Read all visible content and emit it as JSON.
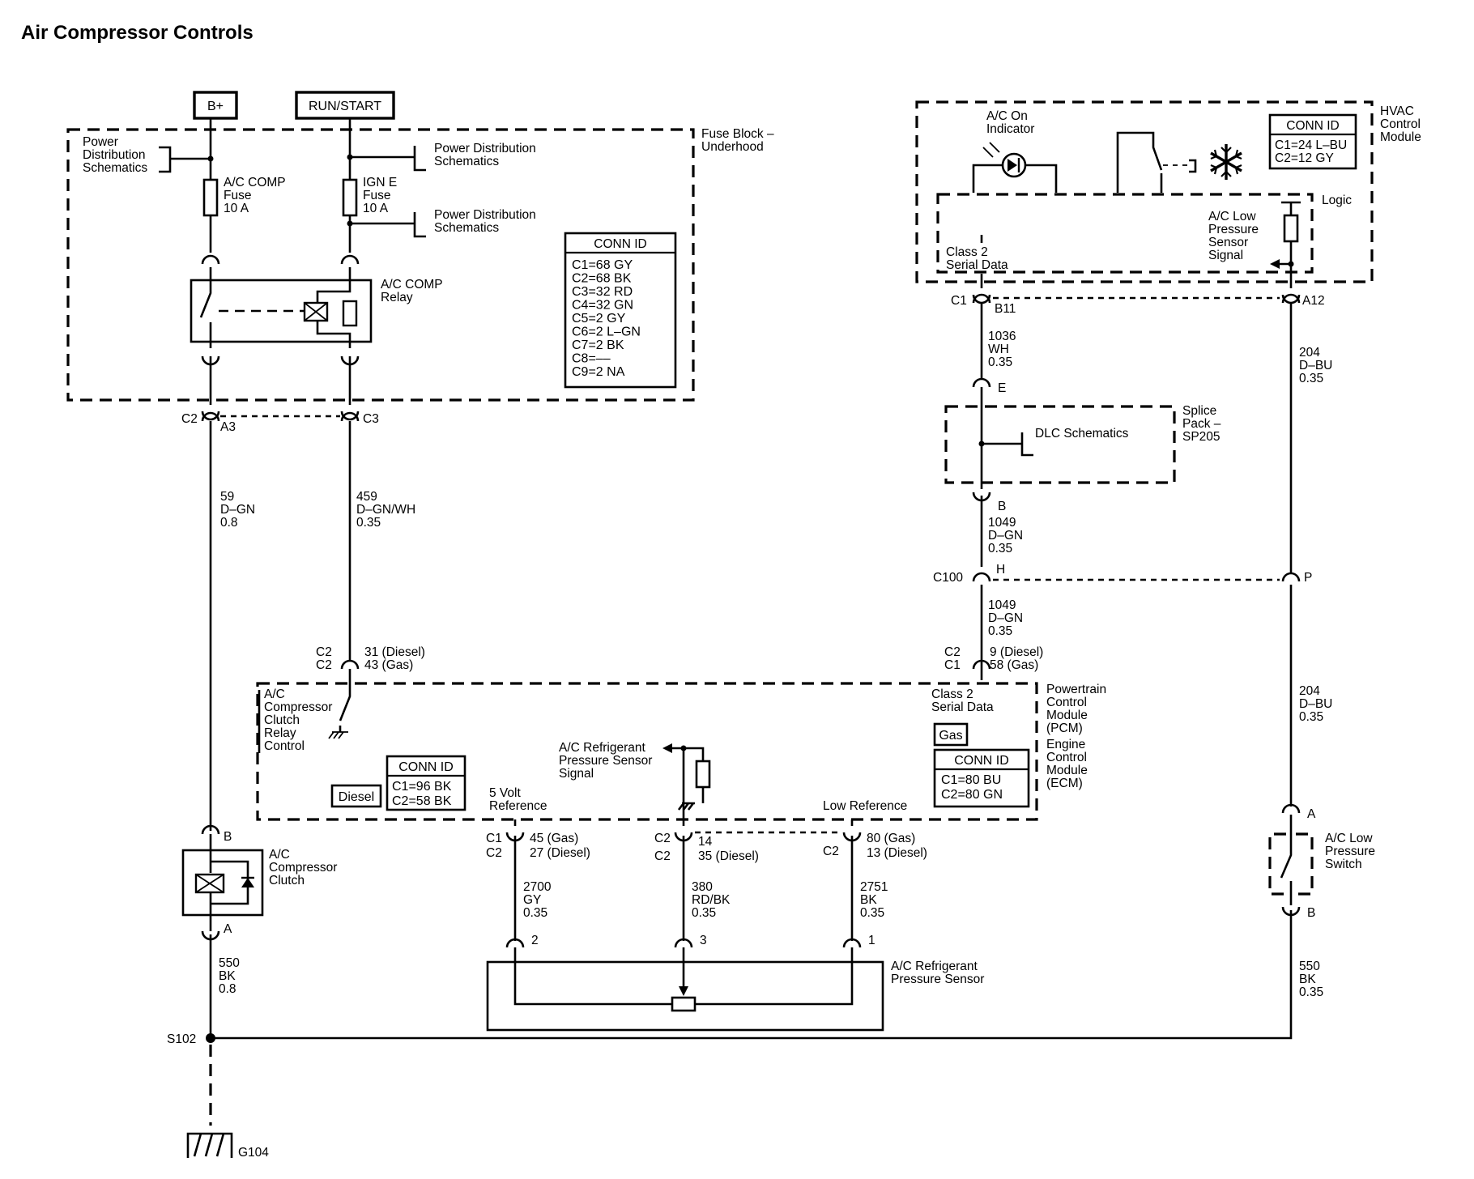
{
  "title": "Air Compressor Controls",
  "sources": {
    "bplus": "B+",
    "run_start": "RUN/START"
  },
  "fuse_block": {
    "label": [
      "Fuse Block –",
      "Underhood"
    ],
    "pds": [
      "Power",
      "Distribution",
      "Schematics"
    ],
    "pds_right_1": [
      "Power Distribution",
      "Schematics"
    ],
    "pds_right_2": [
      "Power Distribution",
      "Schematics"
    ],
    "fuse1": [
      "A/C COMP",
      "Fuse",
      "10 A"
    ],
    "fuse2": [
      "IGN E",
      "Fuse",
      "10 A"
    ],
    "relay": [
      "A/C COMP",
      "Relay"
    ],
    "conn_title": "CONN ID",
    "conn": [
      "C1=68 GY",
      "C2=68 BK",
      "C3=32 RD",
      "C4=32 GN",
      "C5=2 GY",
      "C6=2 L–GN",
      "C7=2 BK",
      "C8=––",
      "C9=2 NA"
    ],
    "c2": "C2",
    "a3": "A3",
    "c3": "C3"
  },
  "wires": {
    "w59": [
      "59",
      "D–GN",
      "0.8"
    ],
    "w459": [
      "459",
      "D–GN/WH",
      "0.35"
    ],
    "w550l": [
      "550",
      "BK",
      "0.8"
    ],
    "w1036": [
      "1036",
      "WH",
      "0.35"
    ],
    "w1049a": [
      "1049",
      "D–GN",
      "0.35"
    ],
    "w1049b": [
      "1049",
      "D–GN",
      "0.35"
    ],
    "w204a": [
      "204",
      "D–BU",
      "0.35"
    ],
    "w204b": [
      "204",
      "D–BU",
      "0.35"
    ],
    "w550r": [
      "550",
      "BK",
      "0.35"
    ],
    "w2700": [
      "2700",
      "GY",
      "0.35"
    ],
    "w380": [
      "380",
      "RD/BK",
      "0.35"
    ],
    "w2751": [
      "2751",
      "BK",
      "0.35"
    ]
  },
  "hvac": {
    "label": [
      "HVAC",
      "Control",
      "Module"
    ],
    "indicator": [
      "A/C On",
      "Indicator"
    ],
    "conn_title": "CONN ID",
    "conn": [
      "C1=24 L–BU",
      "C2=12 GY"
    ],
    "logic": "Logic",
    "sensor_sig": [
      "A/C Low",
      "Pressure",
      "Sensor",
      "Signal"
    ],
    "class2": [
      "Class 2",
      "Serial Data"
    ],
    "c1": "C1",
    "b11": "B11",
    "a12": "A12"
  },
  "splice": {
    "label": [
      "Splice",
      "Pack –",
      "SP205"
    ],
    "dlc": "DLC Schematics",
    "e": "E",
    "b": "B"
  },
  "c100": {
    "c100": "C100",
    "h": "H",
    "p": "P"
  },
  "pcm": {
    "label": [
      "Powertrain",
      "Control",
      "Module",
      "(PCM)",
      "Engine",
      "Control",
      "Module",
      "(ECM)"
    ],
    "class2": [
      "Class 2",
      "Serial Data"
    ],
    "gas": "Gas",
    "diesel": "Diesel",
    "conn_title": "CONN ID",
    "conn_gas": [
      "C1=80 BU",
      "C2=80 GN"
    ],
    "conn_diesel": [
      "C1=96 BK",
      "C2=58 BK"
    ],
    "clutch_ctl": [
      "A/C",
      "Compressor",
      "Clutch",
      "Relay",
      "Control"
    ],
    "ref_sig": [
      "A/C Refrigerant",
      "Pressure Sensor",
      "Signal"
    ],
    "five_volt": [
      "5 Volt",
      "Reference"
    ],
    "low_ref": "Low Reference",
    "pin_top_c2": [
      "C2",
      "C2"
    ],
    "pin_top_l": [
      "31 (Diesel)",
      "43 (Gas)"
    ],
    "pin_top_r_c": [
      "C2",
      "C1"
    ],
    "pin_top_r": [
      "9 (Diesel)",
      "58 (Gas)"
    ],
    "pin1_c": [
      "C1",
      "C2"
    ],
    "pin1": [
      "45 (Gas)",
      "27 (Diesel)"
    ],
    "pin2_c": [
      "C2",
      "C2"
    ],
    "pin2": [
      "14",
      "35 (Diesel)"
    ],
    "pin3_c": "C2",
    "pin3": [
      "80 (Gas)",
      "13 (Diesel)"
    ]
  },
  "clutch": {
    "label": [
      "A/C",
      "Compressor",
      "Clutch"
    ],
    "b": "B",
    "a": "A"
  },
  "low_switch": {
    "label": [
      "A/C Low",
      "Pressure",
      "Switch"
    ],
    "a": "A",
    "b": "B"
  },
  "sensor": {
    "label": [
      "A/C Refrigerant",
      "Pressure Sensor"
    ],
    "p2": "2",
    "p3": "3",
    "p1": "1"
  },
  "ground": {
    "splice": "S102",
    "g": "G104"
  }
}
